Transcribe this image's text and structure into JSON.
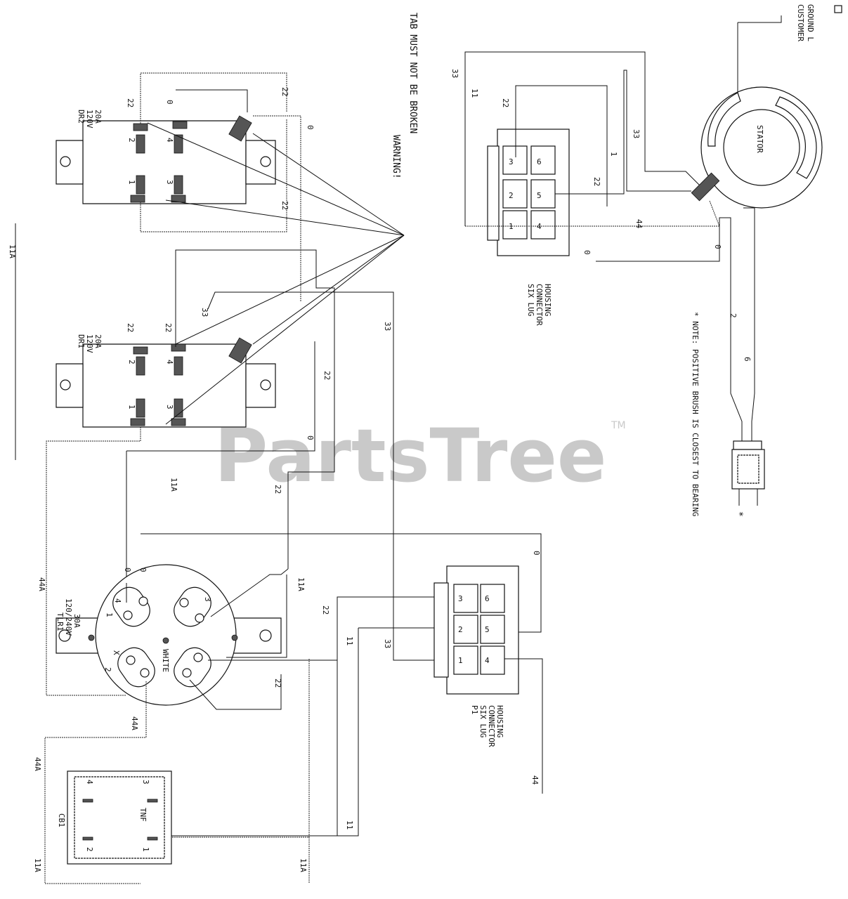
{
  "watermark": {
    "text": "PartsTree",
    "tm": "TM"
  },
  "warning": {
    "title": "WARNING!",
    "text": "TAB MUST NOT BE BROKEN"
  },
  "note": "* NOTE: POSITIVE BRUSH IS CLOSEST TO BEARING",
  "customer_ground": [
    "CUSTOMER",
    "GROUND L"
  ],
  "components": {
    "dr2": {
      "name": "DR2",
      "rating": "120V",
      "amps": "20A",
      "terminals": [
        "1",
        "2",
        "3",
        "4"
      ]
    },
    "dr1": {
      "name": "DR1",
      "rating": "120V",
      "amps": "20A",
      "terminals": [
        "1",
        "2",
        "3",
        "4"
      ]
    },
    "tlr1": {
      "name": "TLR1",
      "rating": "120/240V",
      "amps": "30A",
      "white": "WHITE",
      "x": "X",
      "terminals": [
        "1",
        "2",
        "3",
        "4"
      ]
    },
    "cb1": {
      "name": "CB1",
      "label": "TNF",
      "terminals": [
        "1",
        "2",
        "3",
        "4"
      ]
    },
    "stator": {
      "name": "STATOR"
    },
    "six_lug_top": {
      "lines": [
        "SIX LUG",
        "CONNECTOR",
        "HOUSING"
      ],
      "pins": [
        "1",
        "2",
        "3",
        "4",
        "5",
        "6"
      ]
    },
    "six_lug_p1": {
      "lines": [
        "P1",
        "SIX LUG",
        "CONNECTOR",
        "HOUSING"
      ],
      "pins": [
        "1",
        "2",
        "3",
        "4",
        "5",
        "6"
      ]
    },
    "brush": {
      "mark": "*"
    }
  },
  "wires": {
    "w11A": "11A",
    "w11": "11",
    "w22": "22",
    "w33": "33",
    "w44": "44",
    "w44A": "44A",
    "w2": "2",
    "w6": "6",
    "w1": "1",
    "w0": "0"
  }
}
